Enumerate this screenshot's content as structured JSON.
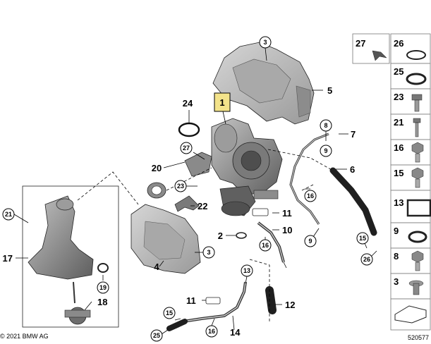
{
  "callouts": {
    "c1": "1",
    "c2": "2",
    "c3a": "3",
    "c3b": "3",
    "c4": "4",
    "c5": "5",
    "c6": "6",
    "c7": "7",
    "c8": "8",
    "c9a": "9",
    "c9b": "9",
    "c10": "10",
    "c11a": "11",
    "c11b": "11",
    "c12": "12",
    "c13": "13",
    "c14": "14",
    "c15a": "15",
    "c15b": "15",
    "c16a": "16",
    "c16b": "16",
    "c16c": "16",
    "c17": "17",
    "c18": "18",
    "c19": "19",
    "c20": "20",
    "c21": "21",
    "c22": "22",
    "c23": "23",
    "c24": "24",
    "c25": "25",
    "c26": "26",
    "c27": "27"
  },
  "sidebar": {
    "items": [
      {
        "label": "27"
      },
      {
        "label": "26"
      },
      {
        "label": "25"
      },
      {
        "label": "23"
      },
      {
        "label": "21"
      },
      {
        "label": "16"
      },
      {
        "label": "15"
      },
      {
        "label": "13"
      },
      {
        "label": "9"
      },
      {
        "label": "8"
      },
      {
        "label": "3"
      }
    ]
  },
  "footer": {
    "copyright": "© 2021 BMW AG",
    "diagram_number": "520577"
  },
  "colors": {
    "highlight": "#f3e38a",
    "part_fill": "#b8b8b8",
    "part_dark": "#6f6f6f",
    "panel_border": "#777777"
  }
}
